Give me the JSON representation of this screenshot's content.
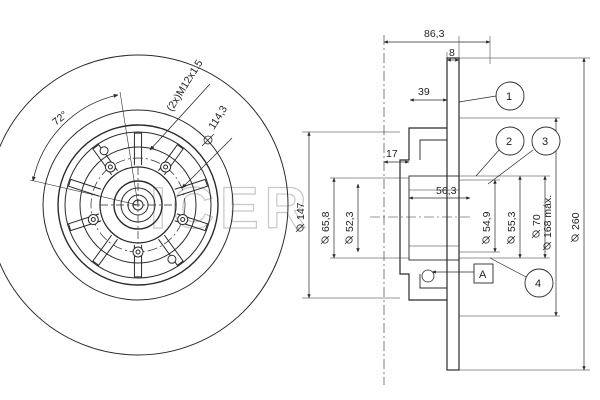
{
  "watermark": "ICER",
  "front_view": {
    "angle_label": "72°",
    "thread_label": "(2x)M12x1.5",
    "pcd_label": "114,3"
  },
  "section_view": {
    "dim_total_width": "86,3",
    "dim_flange": "8",
    "dim_39": "39",
    "dim_17": "17",
    "dim_56": "56,3",
    "dia_147": "147",
    "dia_65": "65,8",
    "dia_52": "52,3",
    "dia_54": "54,9",
    "dia_55": "55,3",
    "dia_70": "70",
    "dia_168": "168 máx.",
    "dia_260": "260",
    "box_label": "A"
  },
  "callouts": [
    "1",
    "2",
    "3",
    "4"
  ],
  "colors": {
    "line": "#2a2a2a",
    "watermark": "#c8c8c8"
  }
}
